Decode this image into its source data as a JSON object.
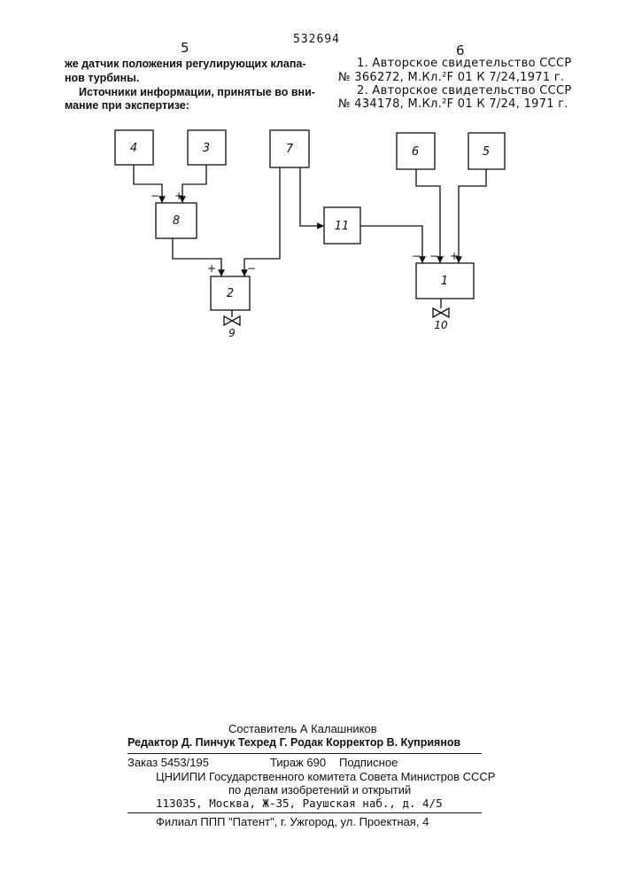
{
  "header": {
    "left_col": "5",
    "patent_number": "532694",
    "right_col": "6"
  },
  "left_text": {
    "line1": "же датчик положения регулирующих клапа-",
    "line2": "нов турбины.",
    "line3": "Источники информации, принятые во вни-",
    "line4": "мание при экспертизе:"
  },
  "references": {
    "r1a": "1. Авторское свидетельство СССР",
    "r1b": "№ 366272, М.Кл.²F 01 К 7/24,1971 г.",
    "r2a": "2. Авторское свидетельство СССР",
    "r2b": "№ 434178, М.Кл.²F 01 К 7/24, 1971 г."
  },
  "diagram": {
    "blocks": {
      "b4": "4",
      "b3": "3",
      "b7": "7",
      "b6": "6",
      "b5": "5",
      "b8": "8",
      "b11": "11",
      "b2": "2",
      "b1": "1"
    },
    "signs": {
      "minus_8": "−",
      "plus_8": "+",
      "plus_2": "+",
      "minus_2": "−",
      "minus_1a": "−",
      "minus_1b": "−",
      "plus_1": "+"
    },
    "valves": {
      "v9": "9",
      "v10": "10"
    }
  },
  "footer": {
    "compiler": "Составитель А  Калашников",
    "editors": "Редактор Д. Пинчук  Техред  Г. Родак   Корректор  В. Куприянов",
    "order": "Заказ 5453/195",
    "circulation": "Тираж  690",
    "subscription": "Подписное",
    "org1": "ЦНИИПИ Государственного комитета Совета Министров СССР",
    "org2": "по делам изобретений и открытий",
    "address": "113035, Москва, Ж-35, Раушская наб., д. 4/5",
    "branch": "Филиал ППП \"Патент\", г. Ужгород, ул. Проектная, 4"
  }
}
